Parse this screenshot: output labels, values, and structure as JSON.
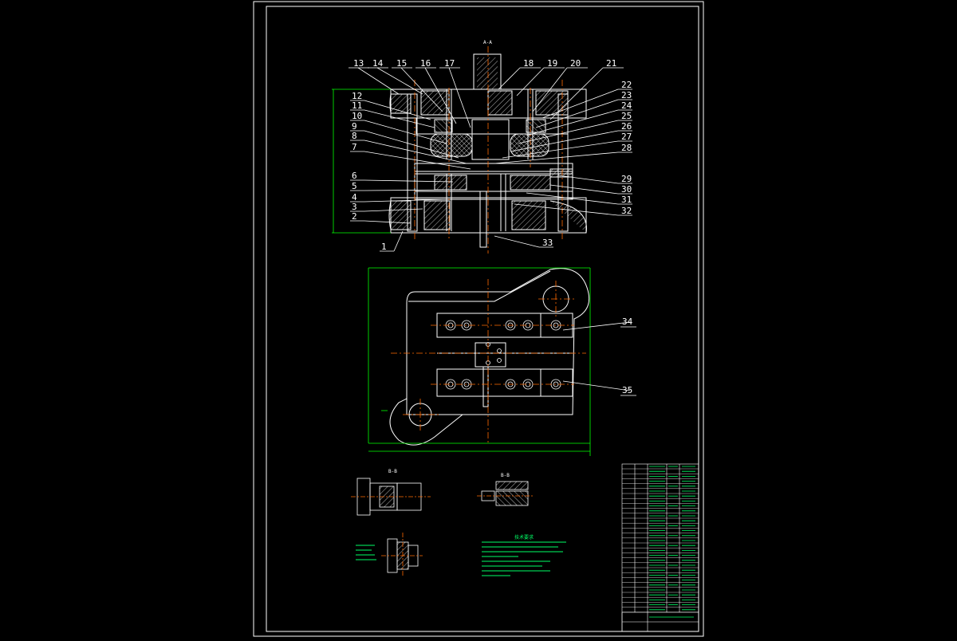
{
  "drawing": {
    "section_label": "A-A",
    "balloons_left": [
      "13",
      "14",
      "15",
      "16",
      "17",
      "12",
      "11",
      "10",
      "9",
      "8",
      "7",
      "6",
      "5",
      "4",
      "3",
      "2",
      "1"
    ],
    "balloons_right": [
      "18",
      "19",
      "20",
      "21",
      "22",
      "23",
      "24",
      "25",
      "26",
      "27",
      "28",
      "29",
      "30",
      "31",
      "32",
      "33"
    ],
    "balloons_plan": [
      "34",
      "35"
    ],
    "detail_a_label": "B-B",
    "detail_b_label": "B-B",
    "tech_req_title": "技术要求"
  },
  "colors": {
    "background": "#000000",
    "frame": "#ffffff",
    "outline": "#ffffff",
    "centerline": "#ff6a00",
    "dimension": "#00ff00",
    "hatch": "#ffffff",
    "text": "#ffffff",
    "note": "#00ff66"
  }
}
